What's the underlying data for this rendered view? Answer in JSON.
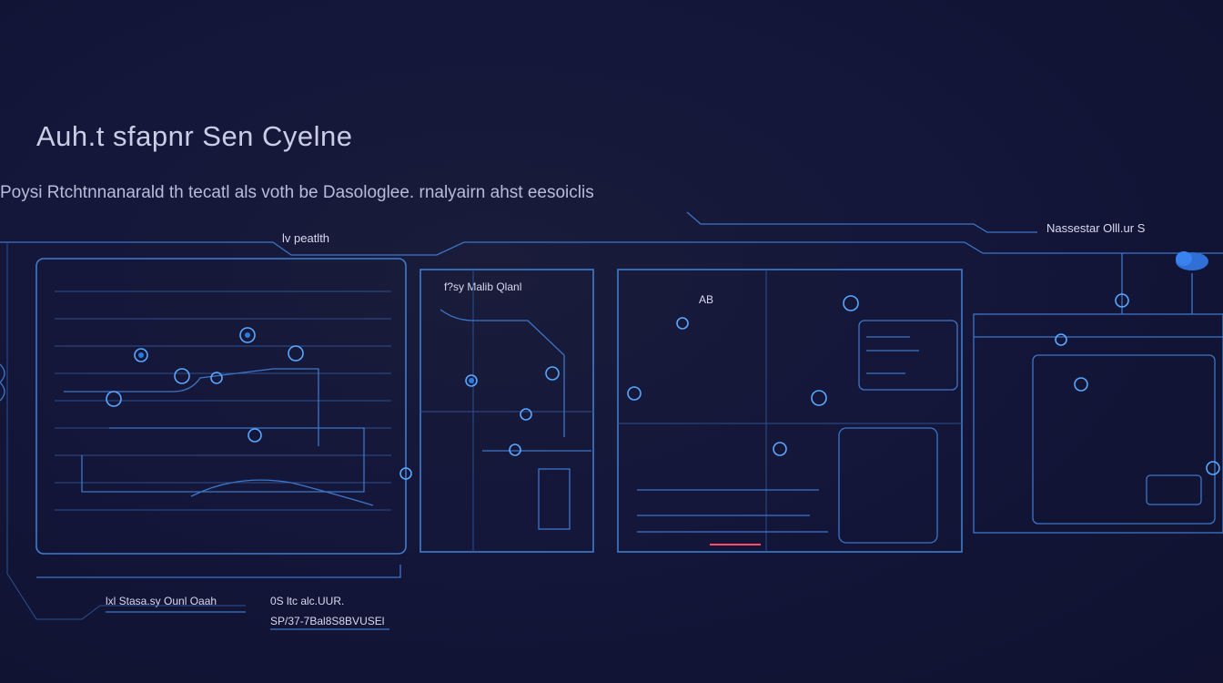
{
  "header": {
    "title": "Auh.t sfapnr Sen Cyelne",
    "subtitle": "Poysi Rtchtnnanarald th tecatl als voth be Dasologlee. rnalyairn ahst eesoiclis"
  },
  "labels": {
    "panel1_label": "lv peatlth",
    "panel2_label": "f?sy Malib Qlanl",
    "panel3_label": "AB",
    "right_label": "Nassestar Olll.ur S",
    "footer_left": "lxl Stasa.sy Ounl Oaah",
    "footer_mid_top": "0S ltc alc.UUR.",
    "footer_mid_bottom": "SP/37-7Bal8S8BVUSEl"
  },
  "colors": {
    "background": "#14163a",
    "line": "#3c76c8",
    "node": "#5aa8ff",
    "accent_red": "#ff4a6a"
  },
  "icons": {
    "right_badge": "cloud-icon"
  }
}
